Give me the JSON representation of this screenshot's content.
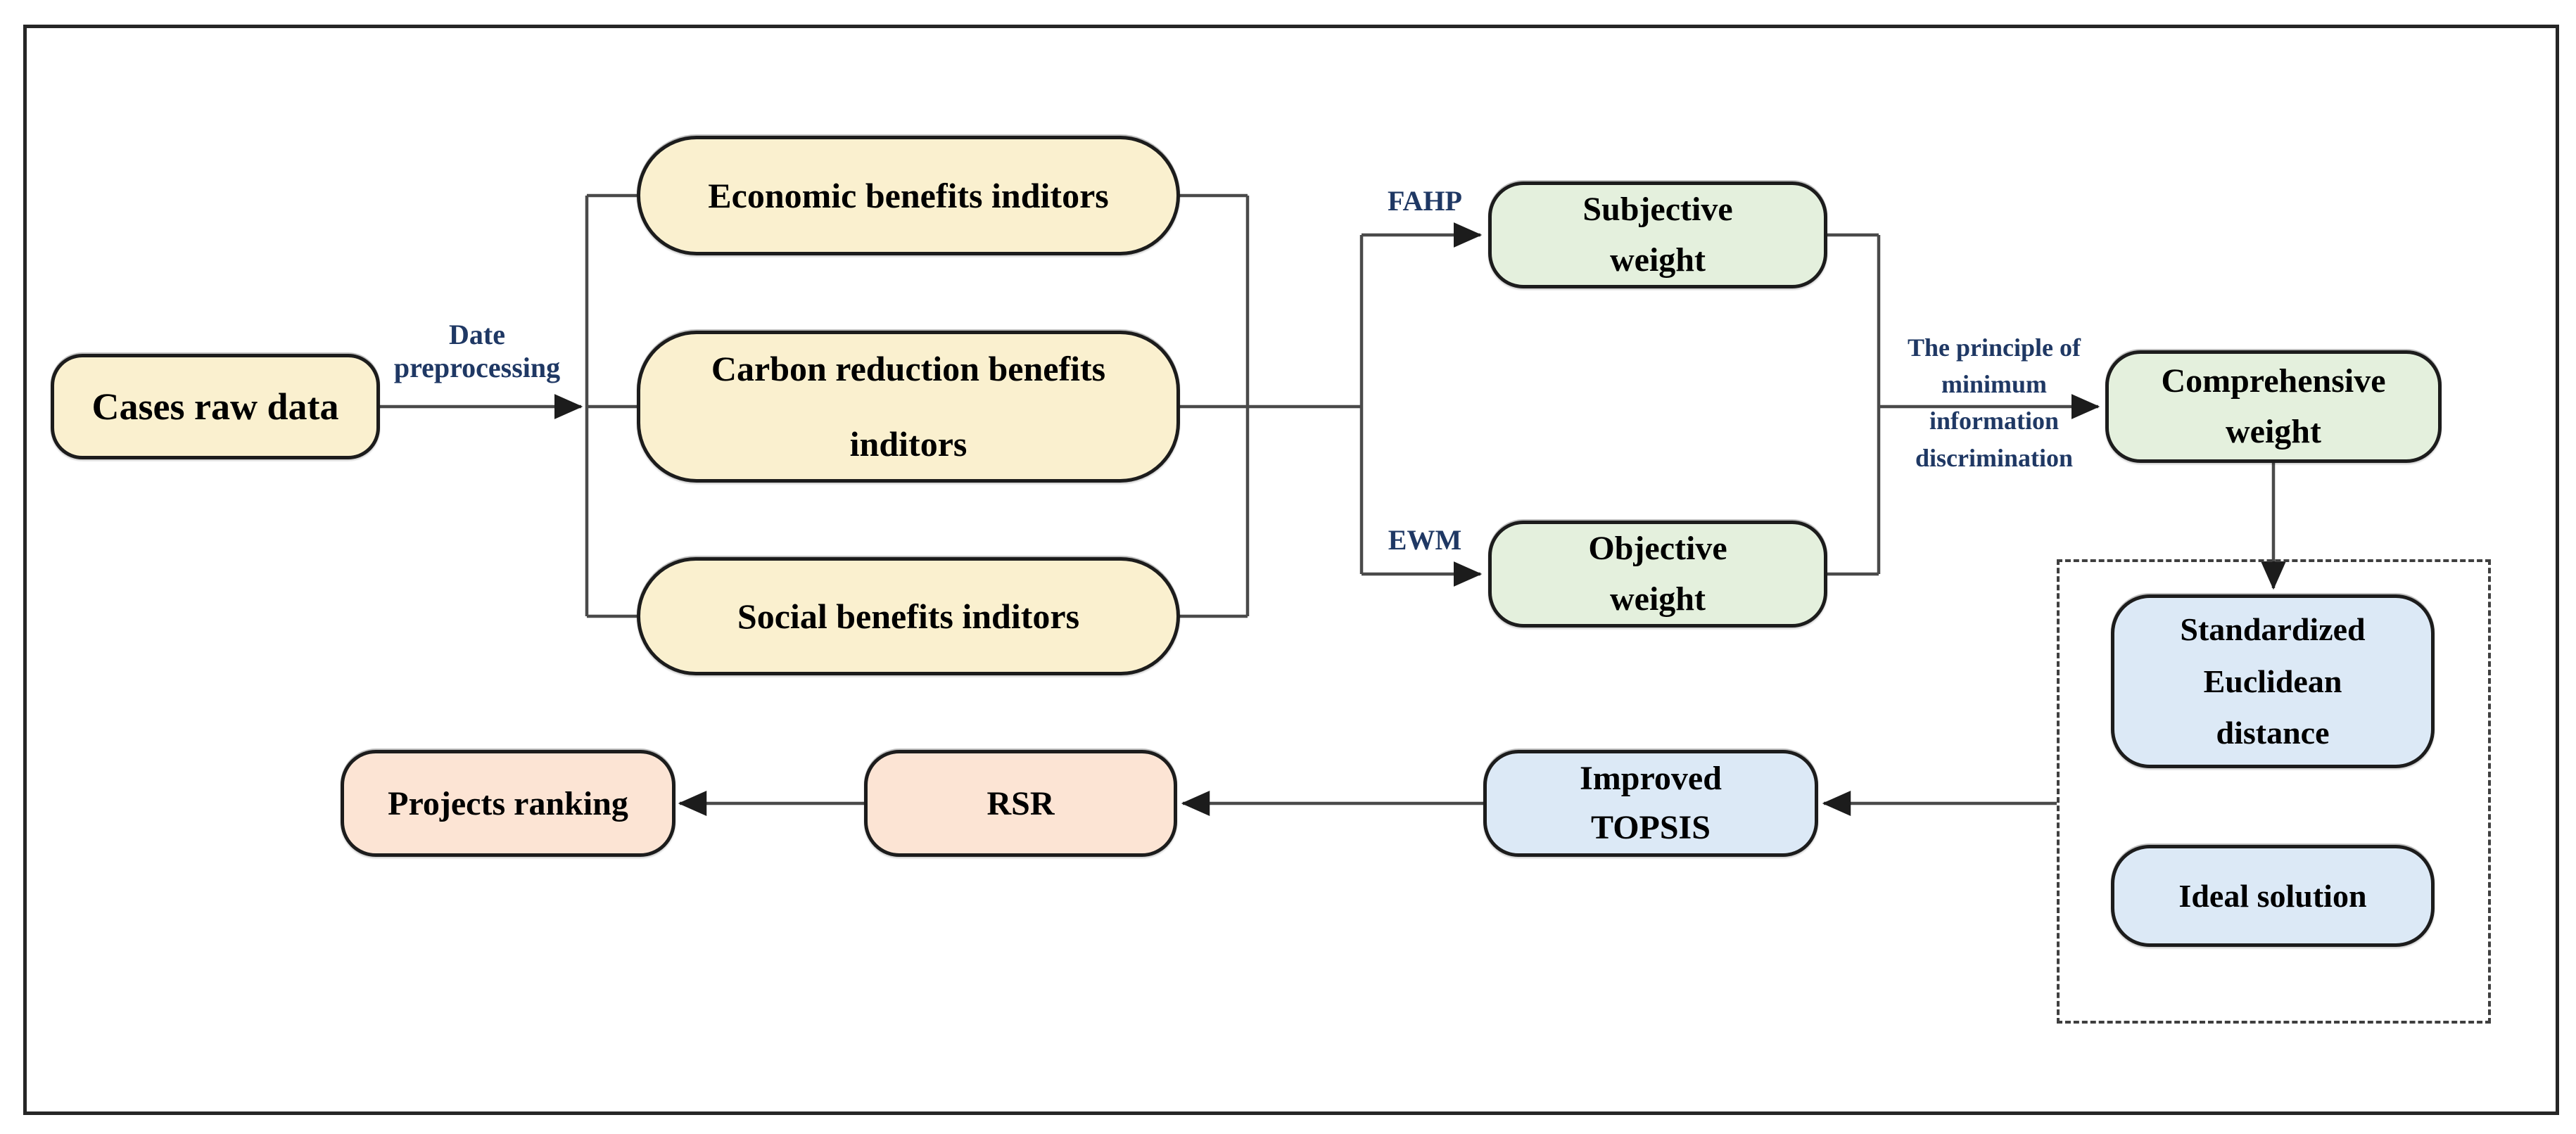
{
  "diagram": {
    "type": "flowchart",
    "nodes": {
      "cases_raw_data": {
        "label": "Cases raw data",
        "fill": "#FAF0CF"
      },
      "economic": {
        "label": "Economic benefits inditors",
        "fill": "#FAF0CF"
      },
      "carbon": {
        "label": "Carbon reduction benefits\ninditors",
        "fill": "#FAF0CF"
      },
      "social": {
        "label": "Social benefits inditors",
        "fill": "#FAF0CF"
      },
      "subjective": {
        "label": "Subjective\nweight",
        "fill": "#E4F0DD"
      },
      "objective": {
        "label": "Objective\nweight",
        "fill": "#E4F0DD"
      },
      "comprehensive": {
        "label": "Comprehensive\nweight",
        "fill": "#E4F0DD"
      },
      "standardized": {
        "label": "Standardized\nEuclidean\ndistance",
        "fill": "#DCE9F6"
      },
      "ideal": {
        "label": "Ideal solution",
        "fill": "#DCE9F6"
      },
      "topsis": {
        "label": "Improved\nTOPSIS",
        "fill": "#DCE9F6"
      },
      "rsr": {
        "label": "RSR",
        "fill": "#FCE4D4"
      },
      "projects": {
        "label": "Projects ranking",
        "fill": "#FCE4D4"
      }
    },
    "edge_labels": {
      "date_preprocessing": "Date\npreprocessing",
      "fahp": "FAHP",
      "ewm": "EWM",
      "principle": "The principle of\nminimum\ninformation\ndiscrimination"
    },
    "flow": [
      "Cases raw data -> (Date preprocessing) -> indicator group",
      "Indicator group -> FAHP -> Subjective weight",
      "Indicator group -> EWM -> Objective weight",
      "Subjective + Objective -> (The principle of minimum information discrimination) -> Comprehensive weight",
      "Comprehensive weight -> Standardized Euclidean distance / Ideal solution (dashed group)",
      "Dashed group -> Improved TOPSIS -> RSR -> Projects ranking"
    ]
  },
  "colors": {
    "node_fill_cream": "#FAF0CF",
    "node_fill_green": "#E4F0DD",
    "node_fill_blue": "#DCE9F6",
    "node_fill_peach": "#FCE4D4",
    "node_border": "#1C1C1C",
    "connector": "#4A4A4A",
    "edge_label_color": "#1F3864",
    "background": "#FFFFFF",
    "outer_border": "#262626"
  }
}
